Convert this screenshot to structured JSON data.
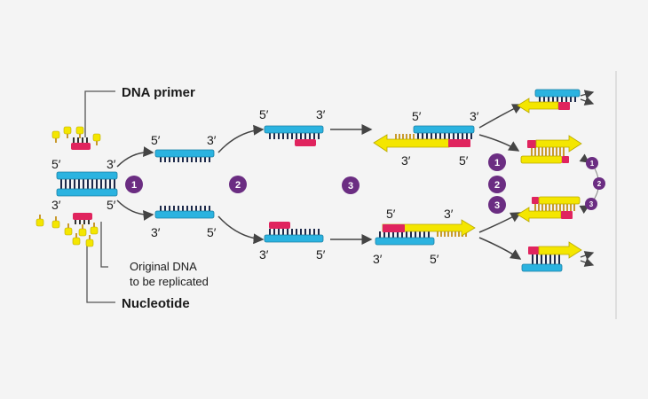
{
  "labels": {
    "primer": "DNA primer",
    "original_line1": "Original DNA",
    "original_line2": "to be replicated",
    "nucleotide": "Nucleotide"
  },
  "ends": {
    "five": "5′",
    "three": "3′"
  },
  "steps": [
    "1",
    "2",
    "3"
  ],
  "colors": {
    "background": "#f4f4f4",
    "strand_blue": "#2bb3e0",
    "primer_pink": "#e0245e",
    "nucleotide_yellow": "#f4e600",
    "nucleotide_stick": "#c89a2e",
    "step_purple": "#6b2d82",
    "line": "#444444",
    "divider": "#d8d8d8"
  }
}
